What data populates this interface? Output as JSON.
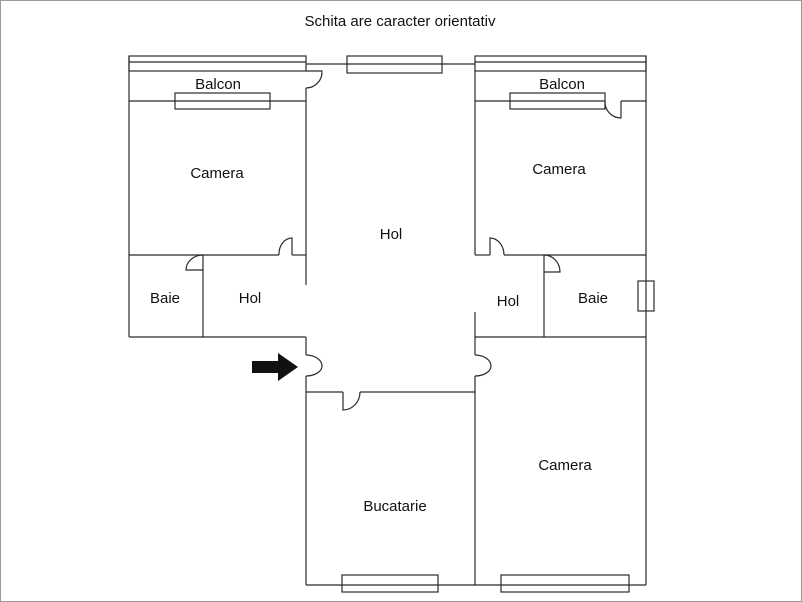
{
  "title": "Schita are caracter orientativ",
  "rooms": {
    "balcon_left": "Balcon",
    "balcon_right": "Balcon",
    "camera_left": "Camera",
    "camera_right": "Camera",
    "hol_center": "Hol",
    "baie_left": "Baie",
    "hol_left": "Hol",
    "hol_right": "Hol",
    "baie_right": "Baie",
    "camera_bottom": "Camera",
    "bucatarie": "Bucatarie"
  },
  "colors": {
    "lines": "#2b2b2b",
    "arrow": "#111111",
    "border": "#9a9a9a"
  },
  "icons": {
    "entrance": "right-arrow-icon"
  }
}
